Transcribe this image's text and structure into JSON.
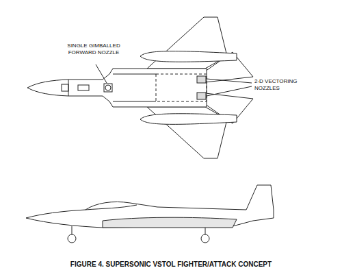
{
  "diagram": {
    "caption": "FIGURE 4. SUPERSONIC VSTOL FIGHTER/ATTACK CONCEPT",
    "labels": [
      "SINGLE GIMBALLED FORWARD NOZZLE",
      "2-D VECTORING NOZZLES"
    ]
  }
}
